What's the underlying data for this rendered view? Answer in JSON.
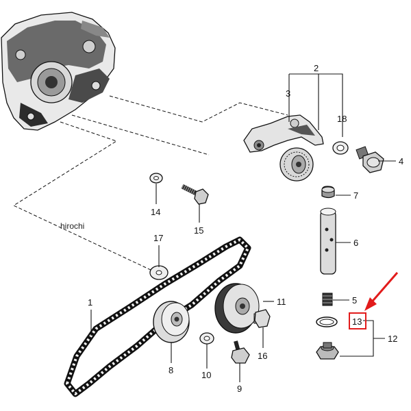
{
  "watermark": "hirochi",
  "highlight_color": "#e21b1b",
  "parts": [
    {
      "id": "p1",
      "label": "1",
      "name": "chain"
    },
    {
      "id": "p2",
      "label": "2",
      "name": "tensioner-arm-assembly"
    },
    {
      "id": "p3",
      "label": "3",
      "name": "tensioner-arm"
    },
    {
      "id": "p4",
      "label": "4",
      "name": "bolt"
    },
    {
      "id": "p5",
      "label": "5",
      "name": "spring"
    },
    {
      "id": "p6",
      "label": "6",
      "name": "pushrod"
    },
    {
      "id": "p7",
      "label": "7",
      "name": "cap"
    },
    {
      "id": "p8",
      "label": "8",
      "name": "guide-roller"
    },
    {
      "id": "p9",
      "label": "9",
      "name": "bolt"
    },
    {
      "id": "p10",
      "label": "10",
      "name": "washer"
    },
    {
      "id": "p11",
      "label": "11",
      "name": "sprocket-roller"
    },
    {
      "id": "p12",
      "label": "12",
      "name": "plug-assembly"
    },
    {
      "id": "p13",
      "label": "13",
      "name": "o-ring-gasket",
      "highlighted": true
    },
    {
      "id": "p14",
      "label": "14",
      "name": "washer"
    },
    {
      "id": "p15",
      "label": "15",
      "name": "bolt"
    },
    {
      "id": "p16",
      "label": "16",
      "name": "bolt"
    },
    {
      "id": "p17",
      "label": "17",
      "name": "washer"
    },
    {
      "id": "p18",
      "label": "18",
      "name": "washer"
    }
  ]
}
